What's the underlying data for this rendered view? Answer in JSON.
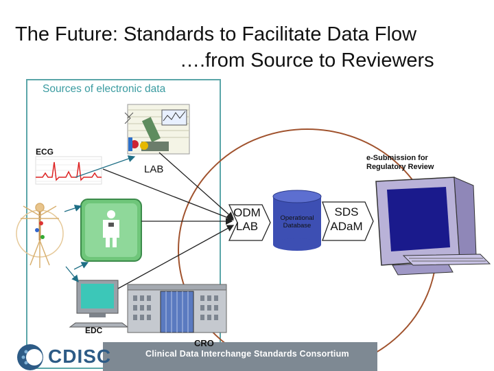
{
  "title": {
    "line1": "The Future:  Standards to Facilitate Data Flow",
    "line2": "….from Source to Reviewers"
  },
  "sources_label": "Sources of electronic data",
  "labels": {
    "ecg": "ECG",
    "lab": "LAB",
    "edc": "EDC",
    "cro": "CRO",
    "odm_line1": "ODM",
    "odm_line2": "LAB",
    "database_line1": "Operational",
    "database_line2": "Database",
    "sds_line1": "SDS",
    "sds_line2": "ADaM",
    "esubmission_line1": "e-Submission for",
    "esubmission_line2": "Regulatory Review"
  },
  "footer": {
    "logo_text": "CDISC",
    "tagline": "Clinical Data Interchange Standards Consortium"
  },
  "colors": {
    "sources_border": "#5aa5a8",
    "sources_text": "#3a9ba0",
    "ellipse": "#a0522d",
    "database_fill": "#3d4fb3",
    "monitor_fill": "#b9b2d8",
    "monitor_screen": "#1a1a8c",
    "footer_bar": "#7e8993",
    "logo_color": "#2d5b86"
  }
}
